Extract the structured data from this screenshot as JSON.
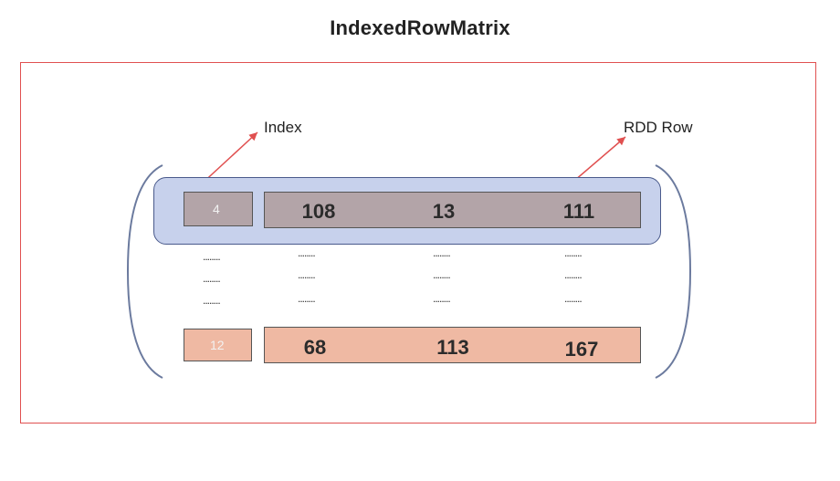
{
  "title": "IndexedRowMatrix",
  "labels": {
    "index": "Index",
    "rdd_row": "RDD Row"
  },
  "rows": [
    {
      "index": "4",
      "values": [
        "108",
        "13",
        "111"
      ]
    },
    {
      "index": "12",
      "values": [
        "68",
        "113",
        "167"
      ]
    }
  ],
  "ellipsis": "........",
  "colors": {
    "frame": "#e05050",
    "highlight_fill": "#c7d1ec",
    "highlight_border": "#4a5a8c",
    "row_top_fill": "#b3a4a8",
    "row_bottom_fill": "#efb9a3",
    "arrow": "#e05050"
  }
}
